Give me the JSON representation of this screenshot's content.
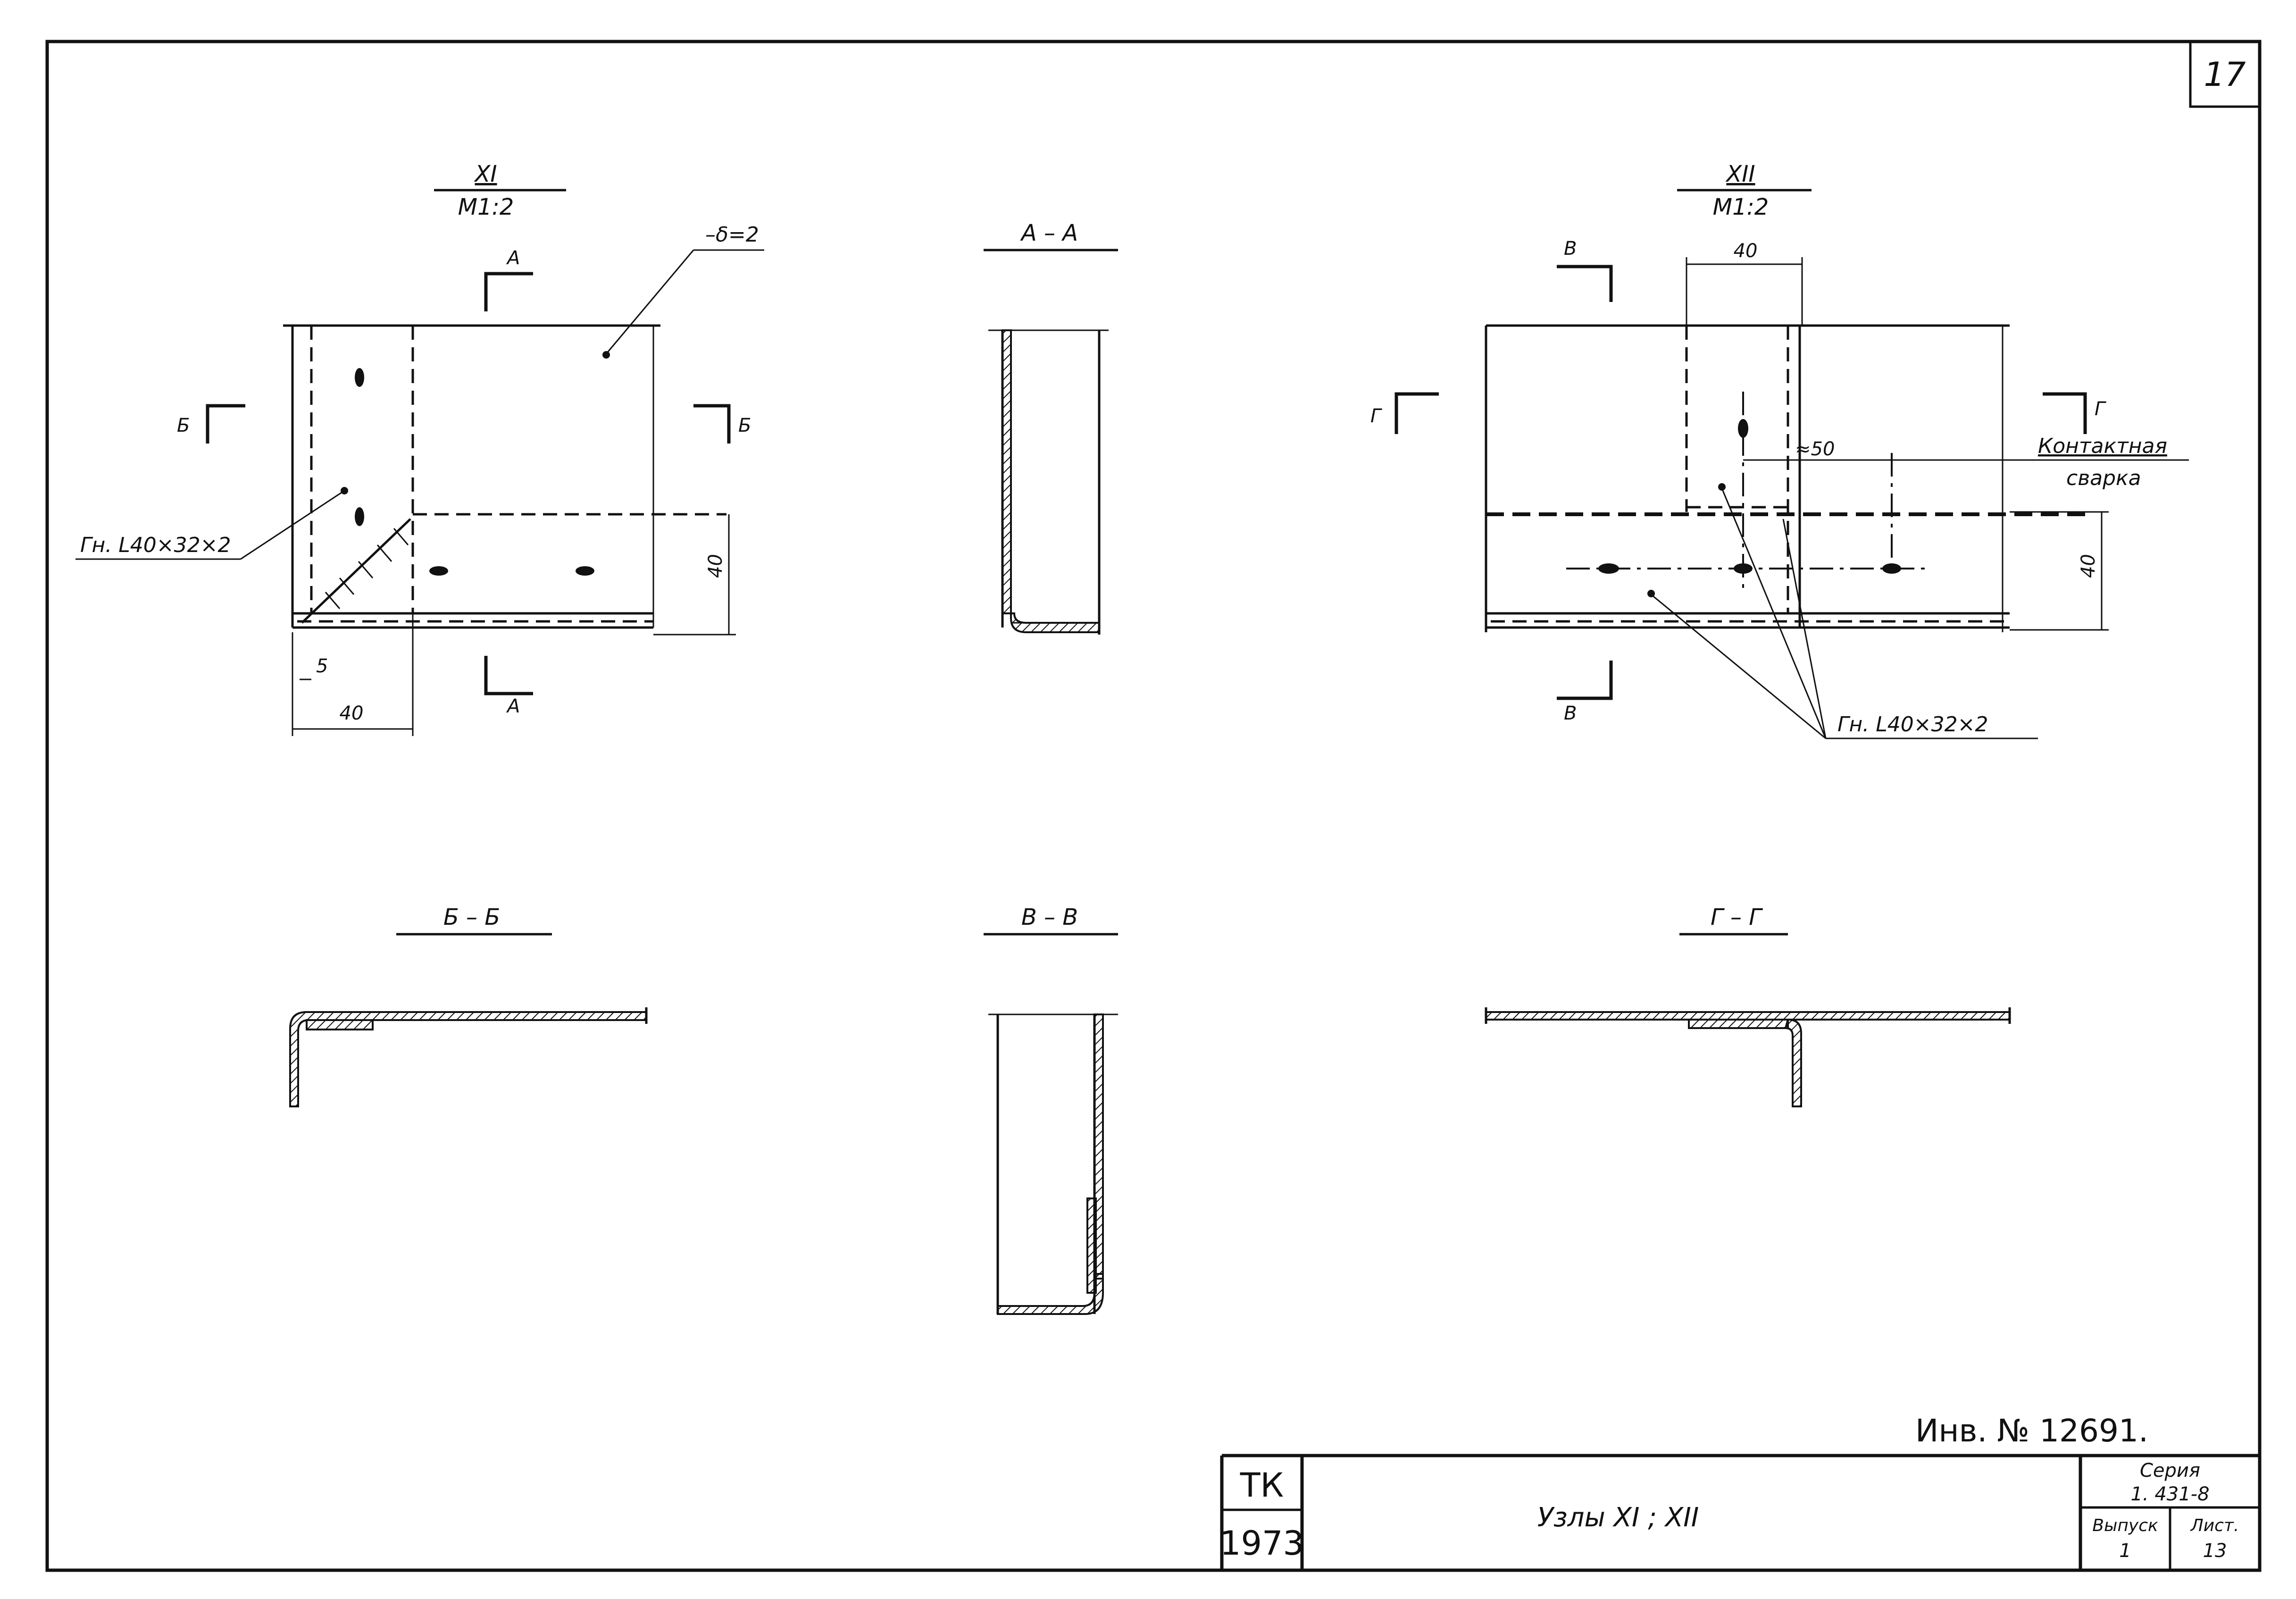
{
  "sheet": {
    "page_number": "17",
    "inventory": "Инв. № 12691."
  },
  "views": {
    "node_xi": {
      "title": "XI",
      "scale": "М1:2",
      "plate_note": "–δ=2",
      "angle_note": "Гн. L40×32×2",
      "dim_height": "40",
      "dim_width": "40",
      "dim_offset": "5"
    },
    "node_xii": {
      "title": "XII",
      "scale": "М1:2",
      "dim_top": "40",
      "dim_approx": "≈50",
      "dim_height": "40",
      "weld_note_1": "Контактная",
      "weld_note_2": "сварка",
      "angle_note": "Гн. L40×32×2"
    },
    "section_aa": {
      "title": "А – А"
    },
    "section_bb": {
      "title": "Б – Б"
    },
    "section_vv": {
      "title": "В – В"
    },
    "section_gg": {
      "title": "Г – Г"
    },
    "cut_marks": {
      "a": "А",
      "b": "Б",
      "v": "В",
      "g": "Г"
    }
  },
  "title_block": {
    "org": "ТК",
    "year": "1973",
    "title": "Узлы XI ; XII",
    "series_label": "Серия",
    "series_value": "1. 431-8",
    "issue_label": "Выпуск",
    "issue_value": "1",
    "sheet_label": "Лист.",
    "sheet_value": "13"
  }
}
